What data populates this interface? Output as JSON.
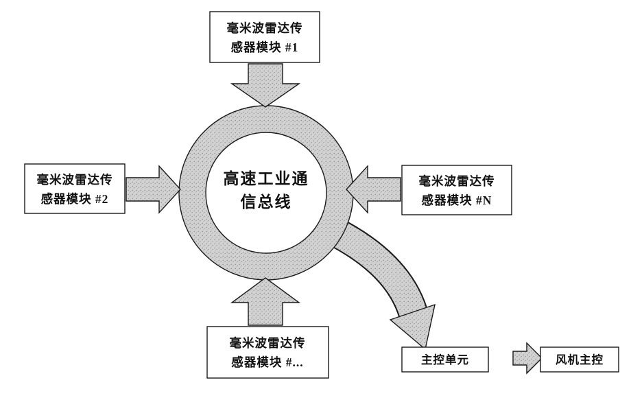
{
  "bus": {
    "line1": "高速工业通",
    "line2": "信总线"
  },
  "modules": {
    "top": {
      "line1": "毫米波雷达传",
      "line2": "感器模块 #1"
    },
    "left": {
      "line1": "毫米波雷达传",
      "line2": "感器模块 #2"
    },
    "right": {
      "line1": "毫米波雷达传",
      "line2": "感器模块 #N"
    },
    "bottom": {
      "line1": "毫米波雷达传",
      "line2": "感器模块 #..."
    }
  },
  "main_control_unit": {
    "label": "主控单元"
  },
  "fan_main_control": {
    "label": "风机主控"
  },
  "colors": {
    "shape_fill": "#cfcfcf",
    "shape_dot": "#8f8f8f",
    "outline": "#1a1a1a",
    "background": "#ffffff"
  }
}
